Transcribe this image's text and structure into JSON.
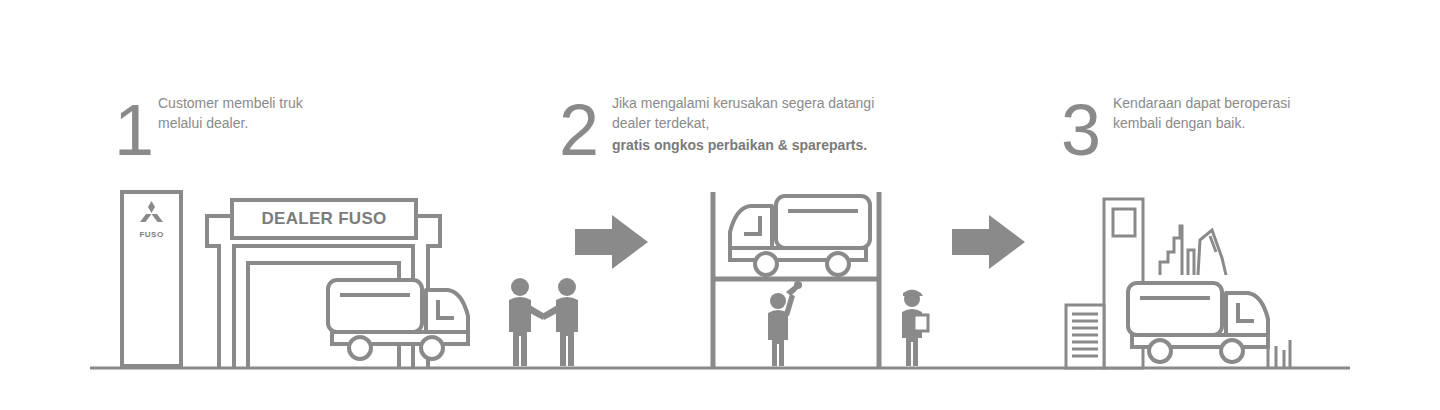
{
  "diagram": {
    "nodes": [
      {
        "text": [
          "FUSO"
        ]
      },
      {
        "text": [
          "DEALER FUSO"
        ]
      }
    ],
    "labels": [
      "1",
      "Customer membeli truk melalui dealer.",
      "2",
      "Jika mengalami kerusakan segera datangi dealer terdekat,",
      "gratis ongkos perbaikan & spareparts.",
      "3",
      "Kendaraan dapat beroperasi kembali dengan baik."
    ]
  }
}
